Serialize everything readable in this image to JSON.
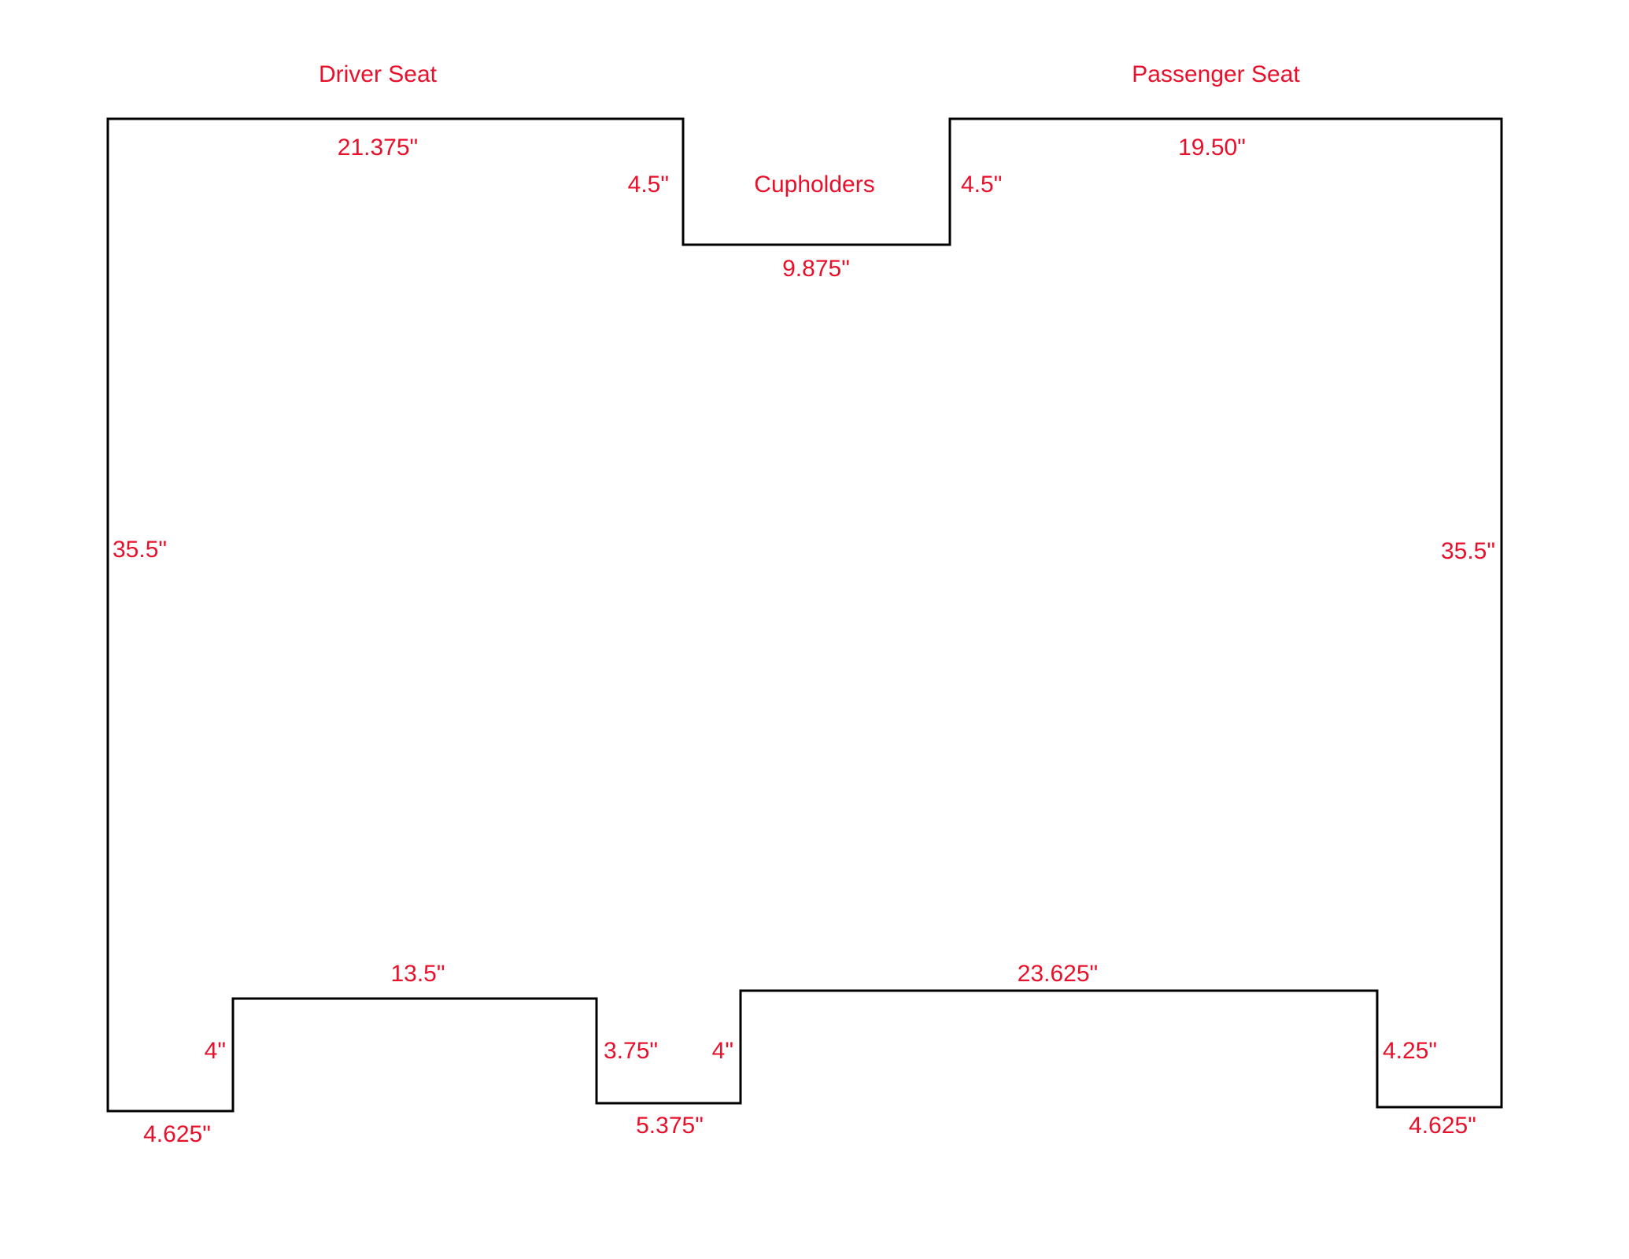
{
  "colors": {
    "outline": "#000000",
    "label": "#e8102a",
    "background": "#ffffff"
  },
  "labels": {
    "driver_seat": "Driver Seat",
    "passenger_seat": "Passenger Seat",
    "cupholders": "Cupholders"
  },
  "dimensions": {
    "top_left_edge": "21.375\"",
    "top_right_edge": "19.50\"",
    "cupholder_left_depth": "4.5\"",
    "cupholder_right_depth": "4.5\"",
    "cupholder_width": "9.875\"",
    "left_side": "35.5\"",
    "right_side": "35.5\"",
    "bottom_left_foot": "4.625\"",
    "bottom_left_step": "4\"",
    "bottom_mid_left_edge": "13.5\"",
    "bottom_mid_left_step": "3.75\"",
    "bottom_notch_width": "5.375\"",
    "bottom_mid_right_step": "4\"",
    "bottom_mid_right_edge": "23.625\"",
    "bottom_right_step": "4.25\"",
    "bottom_right_foot": "4.625\""
  }
}
